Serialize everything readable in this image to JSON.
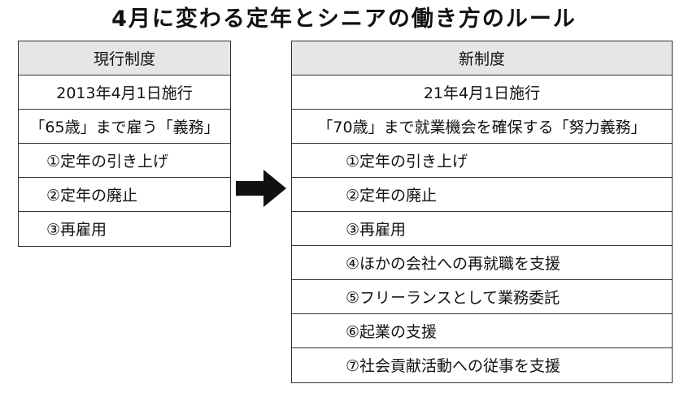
{
  "title": "4月に変わる定年とシニアの働き方のルール",
  "current": {
    "header": "現行制度",
    "date": "2013年4月1日施行",
    "obligation": "「65歳」まで雇う「義務」",
    "items": [
      "①定年の引き上げ",
      "②定年の廃止",
      "③再雇用"
    ]
  },
  "new": {
    "header": "新制度",
    "date": "21年4月1日施行",
    "obligation": "「70歳」まで就業機会を確保する「努力義務」",
    "items": [
      "①定年の引き上げ",
      "②定年の廃止",
      "③再雇用",
      "④ほかの会社への再就職を支援",
      "⑤フリーランスとして業務委託",
      "⑥起業の支援",
      "⑦社会貢献活動への従事を支援"
    ]
  },
  "arrow_icon": "right-arrow-icon"
}
